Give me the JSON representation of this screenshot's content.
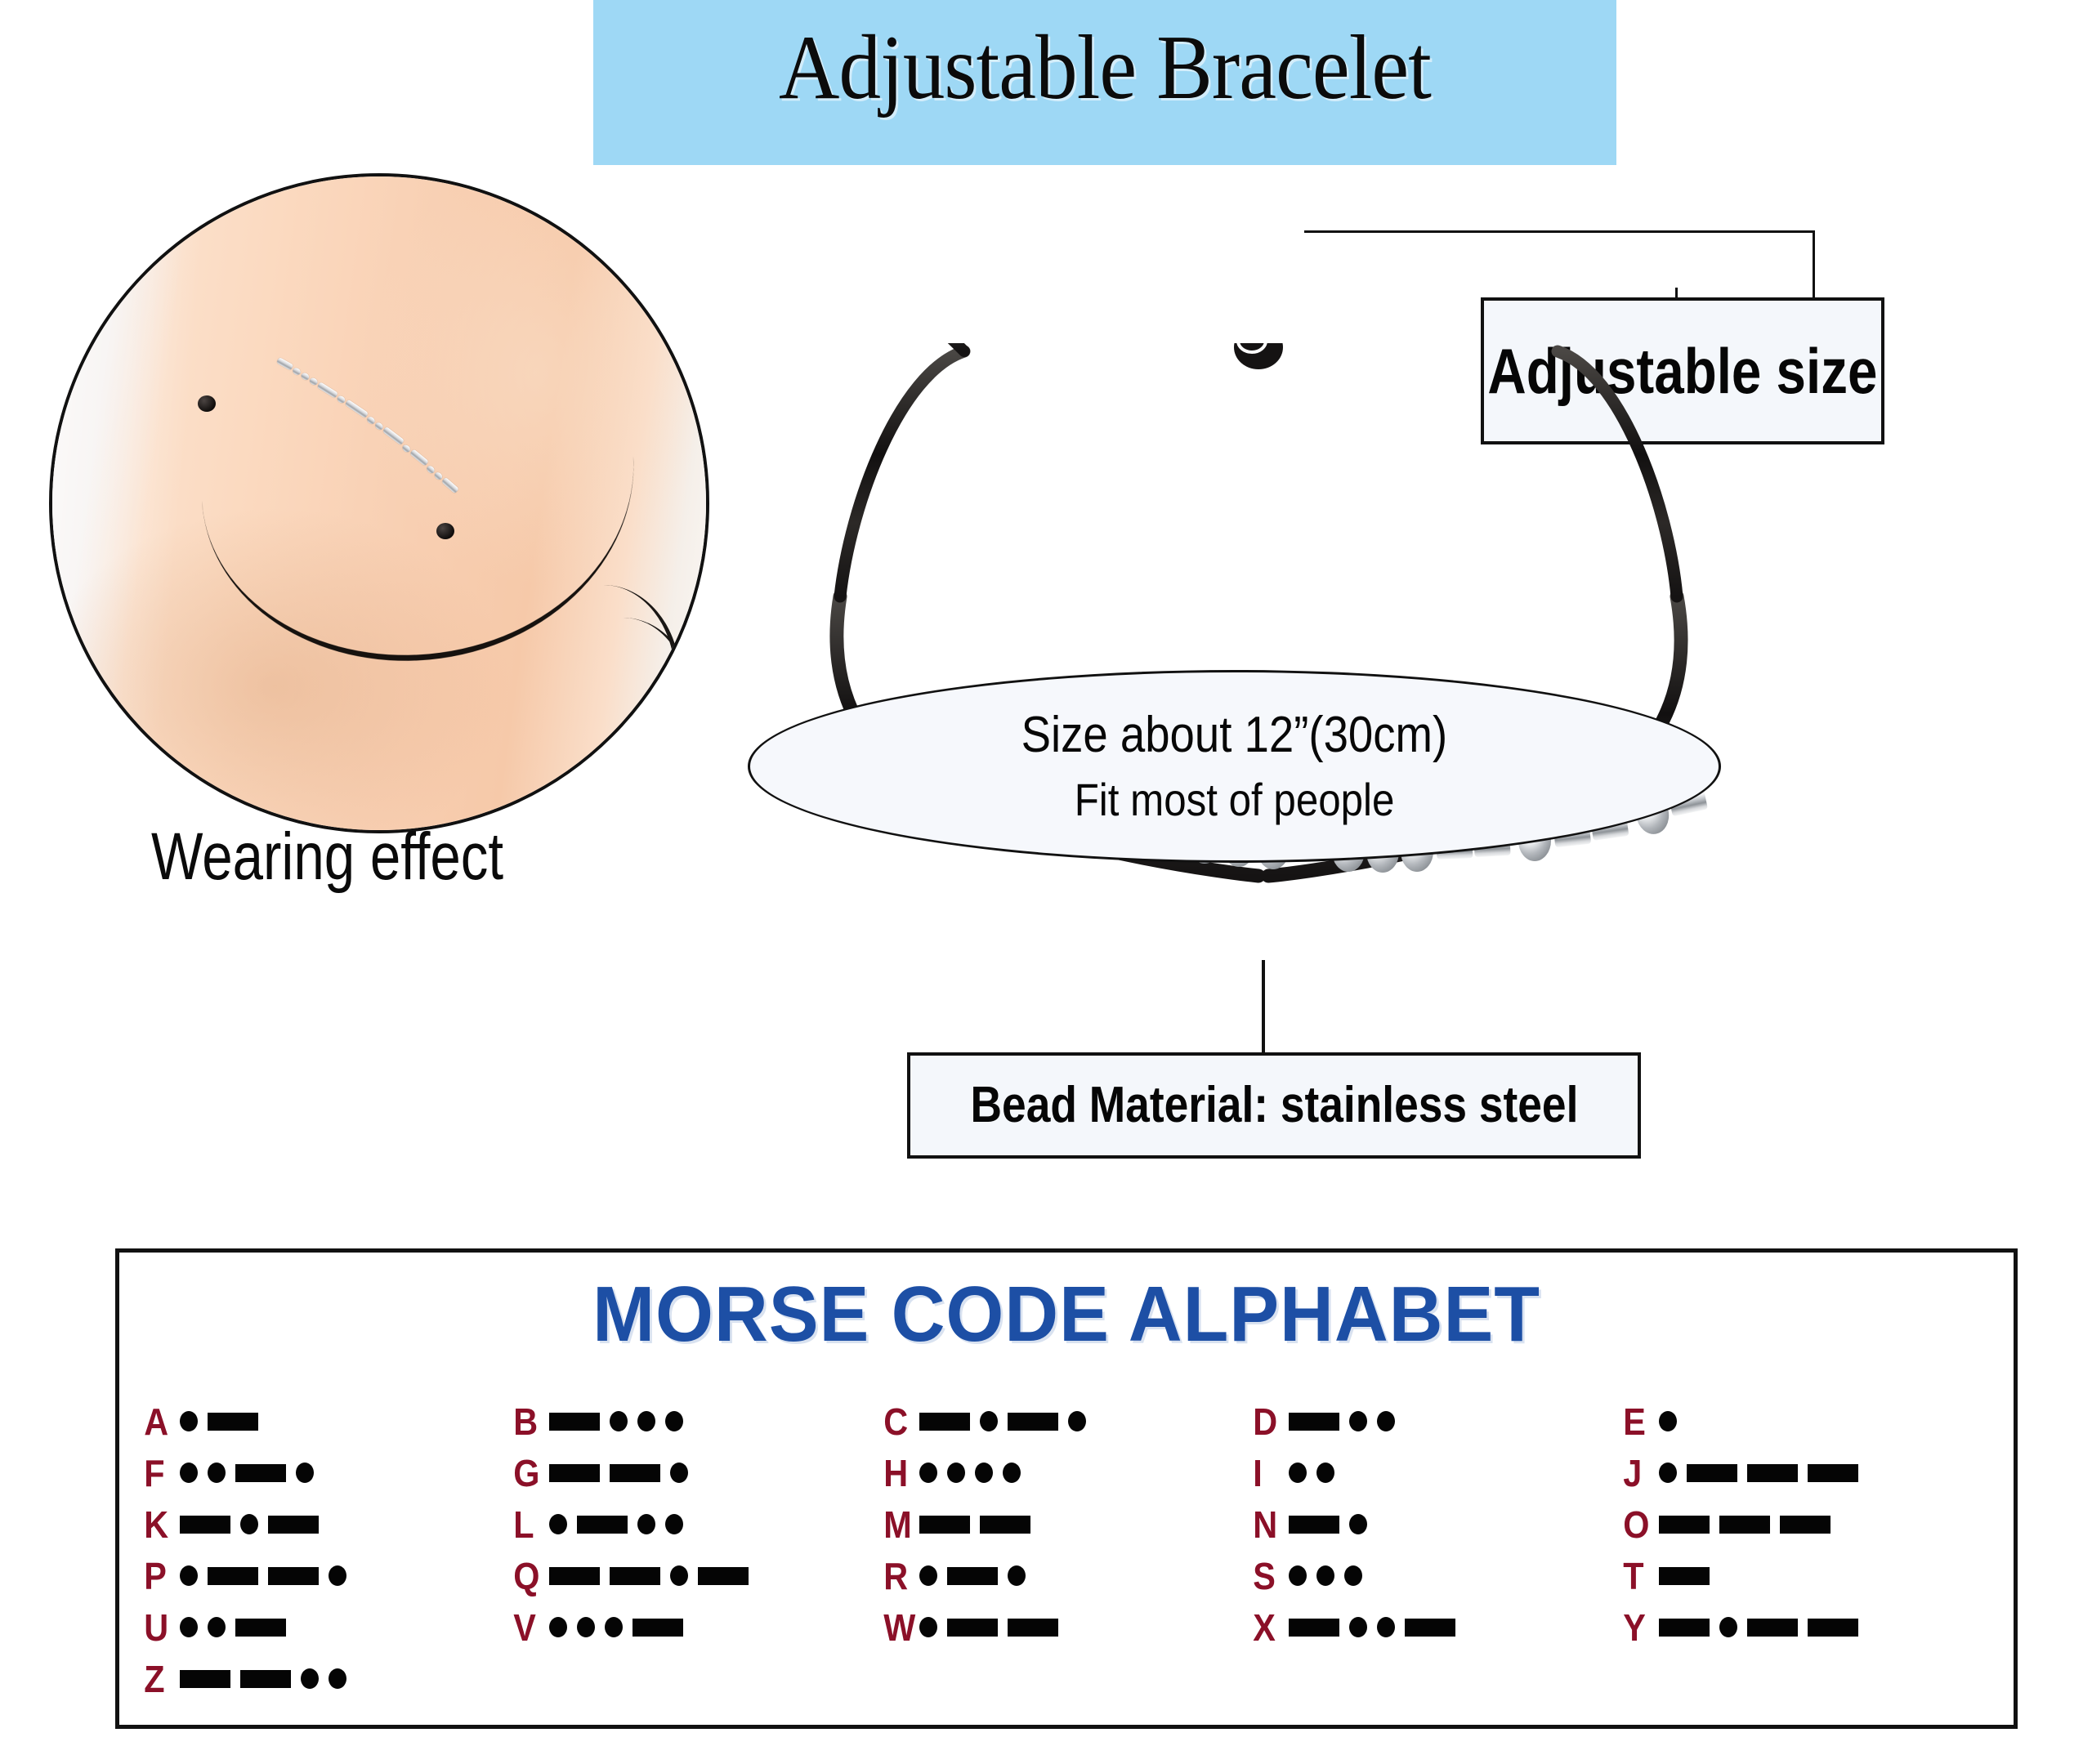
{
  "header": {
    "title": "Adjustable Bracelet",
    "banner_color": "#9ed8f5"
  },
  "wearing_photo": {
    "caption": "Wearing effect",
    "alt": "wrist wearing black cord morse code bracelet"
  },
  "callouts": {
    "adjustable_size": "Adjustable size",
    "size_line_1": "Size about 12”(30cm)",
    "size_line_2": "Fit most of people",
    "bead_material": "Bead Material: stainless steel"
  },
  "morse_panel": {
    "title": "MORSE CODE ALPHABET",
    "letter_color": "#8b1028",
    "title_color": "#1d4fa5",
    "symbol_color": "#050505",
    "entries": [
      {
        "letter": "A",
        "code": ".-"
      },
      {
        "letter": "B",
        "code": "-..."
      },
      {
        "letter": "C",
        "code": "-.-."
      },
      {
        "letter": "D",
        "code": "-.."
      },
      {
        "letter": "E",
        "code": "."
      },
      {
        "letter": "F",
        "code": "..-."
      },
      {
        "letter": "G",
        "code": "--."
      },
      {
        "letter": "H",
        "code": "...."
      },
      {
        "letter": "I",
        "code": ".."
      },
      {
        "letter": "J",
        "code": ".---"
      },
      {
        "letter": "K",
        "code": "-.-"
      },
      {
        "letter": "L",
        "code": ".-.."
      },
      {
        "letter": "M",
        "code": "--"
      },
      {
        "letter": "N",
        "code": "-."
      },
      {
        "letter": "O",
        "code": "---"
      },
      {
        "letter": "P",
        "code": ".--."
      },
      {
        "letter": "Q",
        "code": "--.-"
      },
      {
        "letter": "R",
        "code": ".-."
      },
      {
        "letter": "S",
        "code": "..."
      },
      {
        "letter": "T",
        "code": "-"
      },
      {
        "letter": "U",
        "code": "..-"
      },
      {
        "letter": "V",
        "code": "...-"
      },
      {
        "letter": "W",
        "code": ".--"
      },
      {
        "letter": "X",
        "code": "-..-"
      },
      {
        "letter": "Y",
        "code": "-.--"
      },
      {
        "letter": "Z",
        "code": "--.."
      }
    ]
  }
}
